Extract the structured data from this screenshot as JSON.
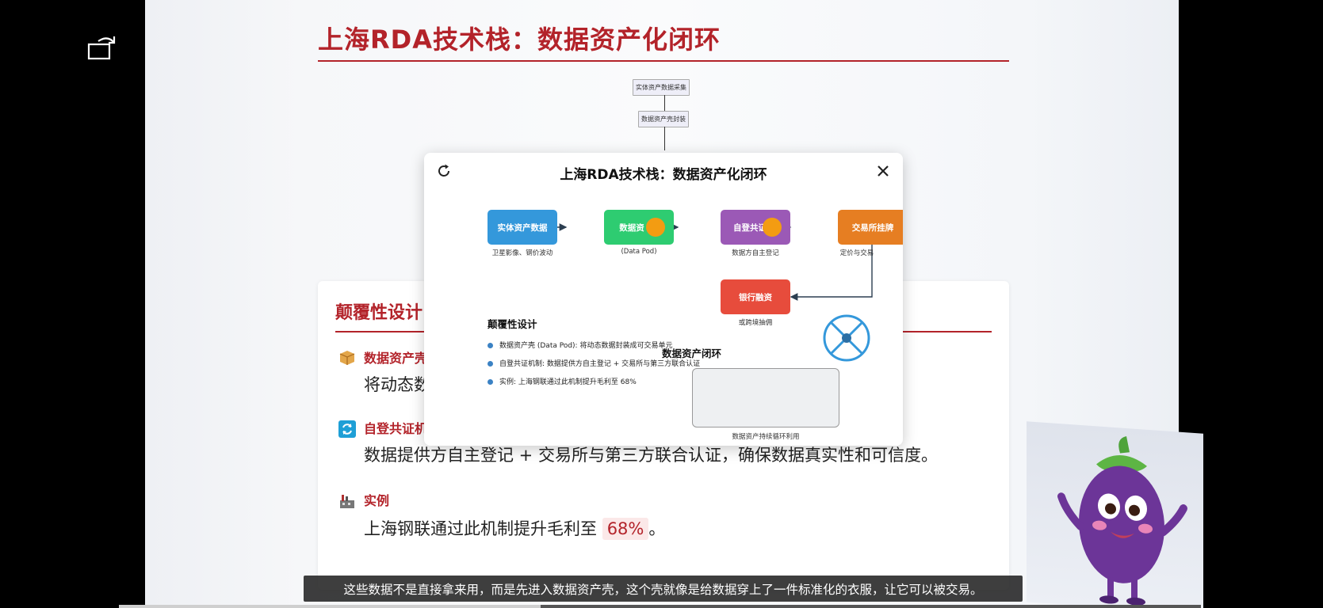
{
  "slide": {
    "title": "上海RDA技术栈：数据资产化闭环",
    "mini_flow": [
      "实体资产数据采集",
      "数据资产壳封装"
    ],
    "card": {
      "heading": "颠覆性设计",
      "items": [
        {
          "title": "数据资产壳",
          "body": "将动态数",
          "icon": "package-icon"
        },
        {
          "title": "自登共证机",
          "body": "数据提供方自主登记 + 交易所与第三方联合认证，确保数据真实性和可信度。",
          "icon": "sync-icon"
        },
        {
          "title": "实例",
          "body_prefix": "上海钢联通过此机制提升毛利至",
          "highlight": "68%",
          "body_suffix": "。",
          "icon": "factory-icon"
        }
      ]
    }
  },
  "overlay": {
    "title": "上海RDA技术栈：数据资产化闭环",
    "nodes": [
      {
        "label": "实体资产数据",
        "sub": "卫星影像、钢价波动",
        "color": "#3498db"
      },
      {
        "label": "数据资",
        "sub": "(Data Pod)",
        "color": "#2ecc71"
      },
      {
        "label": "自登共证",
        "sub": "数据方自主登记",
        "color": "#9b59b6"
      },
      {
        "label": "交易所挂牌",
        "sub": "定价与交易",
        "color": "#e67e22"
      },
      {
        "label": "银行融资",
        "sub": "或跨境抽佣",
        "color": "#e74c3c"
      }
    ],
    "list_title": "颠覆性设计",
    "list": [
      "数据资产壳 (Data Pod): 将动态数据封装成可交易单元",
      "自登共证机制: 数据提供方自主登记 + 交易所与第三方联合认证",
      "实例: 上海钢联通过此机制提升毛利至 68%"
    ],
    "cycle_title": "数据资产闭环",
    "cycle_caption": "数据资产持续循环利用"
  },
  "subtitle": "这些数据不是直接拿来用，而是先进入数据资产壳，这个壳就像是给数据穿上了一件标准化的衣服，让它可以被交易。",
  "progress": {
    "fraction": 0.39
  },
  "colors": {
    "accent": "#b3232a"
  }
}
